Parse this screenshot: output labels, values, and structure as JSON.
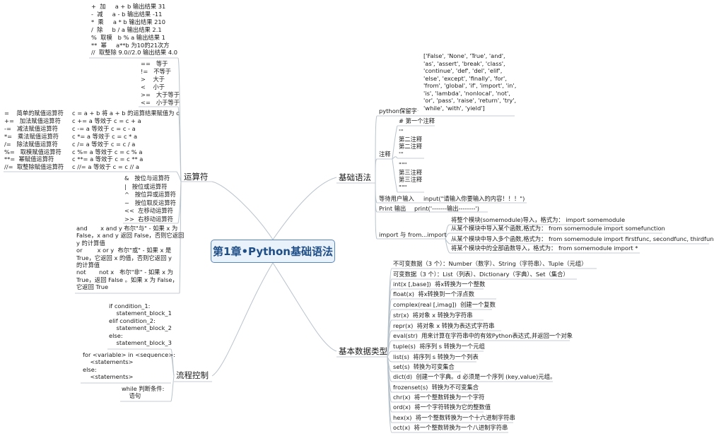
{
  "central": "第1章•Python基础语法",
  "categories": {
    "operators": "运算符",
    "basic_syntax": "基础语法",
    "flow_control": "流程控制",
    "basic_types": "基本数据类型"
  },
  "operators": {
    "arithmetic": [
      "+  加     a + b 输出结果 31",
      "-  减     a - b 输出结果 -11",
      "*  乘     a * b 输出结果 210",
      "/  除     b / a 输出结果 2.1",
      "%  取模   b % a 输出结果 1",
      "**  幂     a**b 为10的21次方",
      "//  取整除 9.0//2.0 输出结果 4.0"
    ],
    "comparison": [
      "==   等于",
      "!=   不等于",
      ">    大于",
      "<    小于",
      ">=   大于等于",
      "<=   小于等于"
    ],
    "assignment_ops": [
      "=    简单的赋值运算符",
      "+=   加法赋值运算符",
      "-=   减法赋值运算符",
      "*=   乘法赋值运算符",
      "/=   除法赋值运算符",
      "%=   取模赋值运算符",
      "**=  幂赋值运算符",
      "//=  取整除赋值运算符"
    ],
    "assignment_examples": [
      "c = a + b 将 a + b 的运算结果赋值为 c",
      "c += a 等效于 c = c + a",
      "c -= a 等效于 c = c - a",
      "c *= a 等效于 c = c * a",
      "c /= a 等效于 c = c / a",
      "c %= a 等效于 c = c % a",
      "c **= a 等效于 c = c ** a",
      "c //= a 等效于 c = c // a"
    ],
    "bitwise": [
      "&   按位与运算符",
      "|   按位或运算符",
      "^   按位异或运算符",
      "~   按位取反运算符",
      "<<  左移动运算符",
      ">>  右移动运算符"
    ],
    "logical": [
      "and       x and y 布尔\"与\" - 如果 x 为",
      "False，x and y 返回 False，否则它返回",
      "y 的计算值",
      "or        x or y  布尔\"或\" - 如果 x 是",
      "True，它返回 x 的值，否则它返回 y",
      "的计算值",
      "not       not x   布尔\"非\" - 如果 x 为",
      "True，返回 False 。如果 x 为 False，",
      "它返回 True"
    ]
  },
  "flow_control": {
    "if_block": [
      "if condition_1:",
      "    statement_block_1",
      "elif condition_2:",
      "    statement_block_2",
      "else:",
      "    statement_block_3"
    ],
    "for_block": [
      "for <variable> in <sequence>:",
      "    <statements>",
      "else:",
      "    <statements>"
    ],
    "while_block": [
      "while 判断条件:",
      "    语句"
    ]
  },
  "basic_syntax": {
    "keywords_label": "python保留字",
    "keywords": [
      "['False', 'None', 'True', 'and',",
      "'as', 'assert', 'break', 'class',",
      "'continue', 'def', 'del', 'elif',",
      "'else', 'except', 'finally', 'for',",
      "'from', 'global', 'if', 'import', 'in',",
      "'is', 'lambda', 'nonlocal', 'not',",
      "'or', 'pass', 'raise', 'return', 'try',",
      "'while', 'with', 'yield']"
    ],
    "comments_label": "注释",
    "comments_single": "# 第一个注释",
    "comments_dq": [
      "'''",
      "第二注释",
      "第二注释",
      "'''"
    ],
    "comments_sq": [
      "\"\"\"",
      "第三注释",
      "第三注释",
      "\"\"\""
    ],
    "input_label": "等待用户输入",
    "input_value": "input(\"请输入你要输入的内容！！！\")",
    "print_label": "Print 输出",
    "print_value": "print('-------输出--------')",
    "import_label": "import 与 from...import",
    "imports": [
      "将整个模块(somemodule)导入，格式为： import somemodule",
      "从某个模块中导入某个函数,格式为： from somemodule import somefunction",
      "从某个模块中导入多个函数,格式为： from somemodule import firstfunc, secondfunc, thirdfunc",
      "将某个模块中的全部函数导入，格式为： from somemodule import *"
    ]
  },
  "basic_types": [
    "不可变数据（3 个）：Number（数字）、String（字符串）、Tuple（元组）",
    "可变数据（3 个）：List（列表）、Dictionary（字典）、Set（集合）",
    "int(x [,base])  将x转换为一个整数",
    "float(x)  将x转换到一个浮点数",
    "complex(real [,imag])  创建一个复数",
    "str(x)  将对象 x 转换为字符串",
    "repr(x)  将对象 x 转换为表达式字符串",
    "eval(str)  用来计算在字符串中的有效Python表达式,并返回一个对象",
    "tuple(s)  将序列 s 转换为一个元组",
    "list(s)  将序列 s 转换为一个列表",
    "set(s)  转换为可变集合",
    "dict(d)  创建一个字典。d 必须是一个序列 (key,value)元组。",
    "frozenset(s)  转换为不可变集合",
    "chr(x)  将一个整数转换为一个字符",
    "ord(x)  将一个字符转换为它的整数值",
    "hex(x)  将一个整数转换为一个十六进制字符串",
    "oct(x)  将一个整数转换为一个八进制字符串"
  ]
}
